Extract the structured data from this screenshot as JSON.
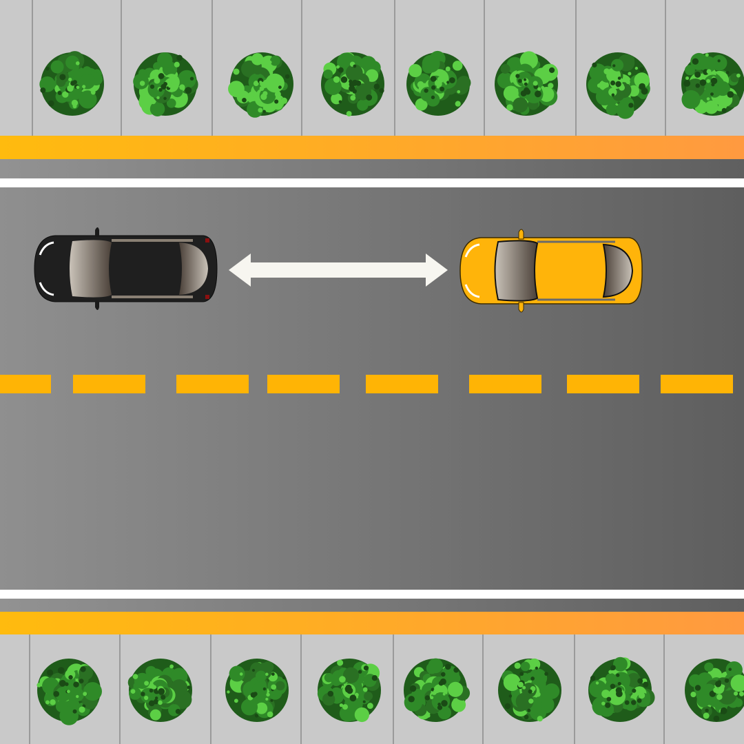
{
  "colors": {
    "curb_start": "#ffbb0e",
    "curb_end": "#ff9a40",
    "lane_dash": "#ffb405",
    "arrow": "#f7f6f0",
    "car_black": "#1f1f1f",
    "car_yellow": "#ffb40a",
    "tree_dark": "#1f5c1a",
    "tree_mid": "#2f8a28",
    "tree_light": "#5ccf45"
  },
  "scene": {
    "cars": [
      {
        "name": "black-car",
        "color": "black",
        "facing": "left"
      },
      {
        "name": "yellow-car",
        "color": "yellow",
        "facing": "left"
      }
    ],
    "distance_arrow": "double-headed",
    "trees_per_side": 8
  }
}
